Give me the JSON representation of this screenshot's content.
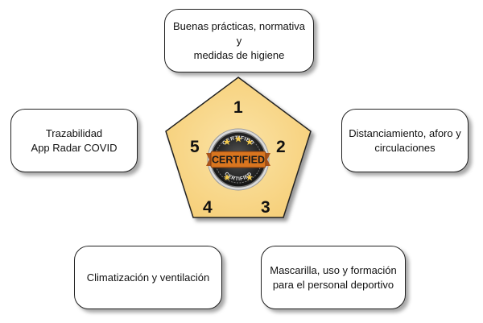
{
  "boxes": {
    "top": {
      "line1": "Buenas prácticas, normativa y",
      "line2": "medidas de higiene"
    },
    "right": {
      "line1": "Distanciamiento, aforo y",
      "line2": "circulaciones"
    },
    "left": {
      "line1": "Trazabilidad",
      "line2": "App Radar COVID"
    },
    "bottom_left": {
      "line1": "Climatización y ventilación"
    },
    "bottom_right": {
      "line1": "Mascarilla, uso y formación",
      "line2": "para el personal deportivo"
    }
  },
  "pentagon": {
    "numbers": [
      "1",
      "2",
      "3",
      "4",
      "5"
    ],
    "fill_color": "#f9d88a"
  },
  "badge": {
    "main_text": "CERTIFIED",
    "arc_text": "CERTIFIED",
    "ribbon_color": "#d9751f",
    "star_color": "#f2c94c"
  }
}
